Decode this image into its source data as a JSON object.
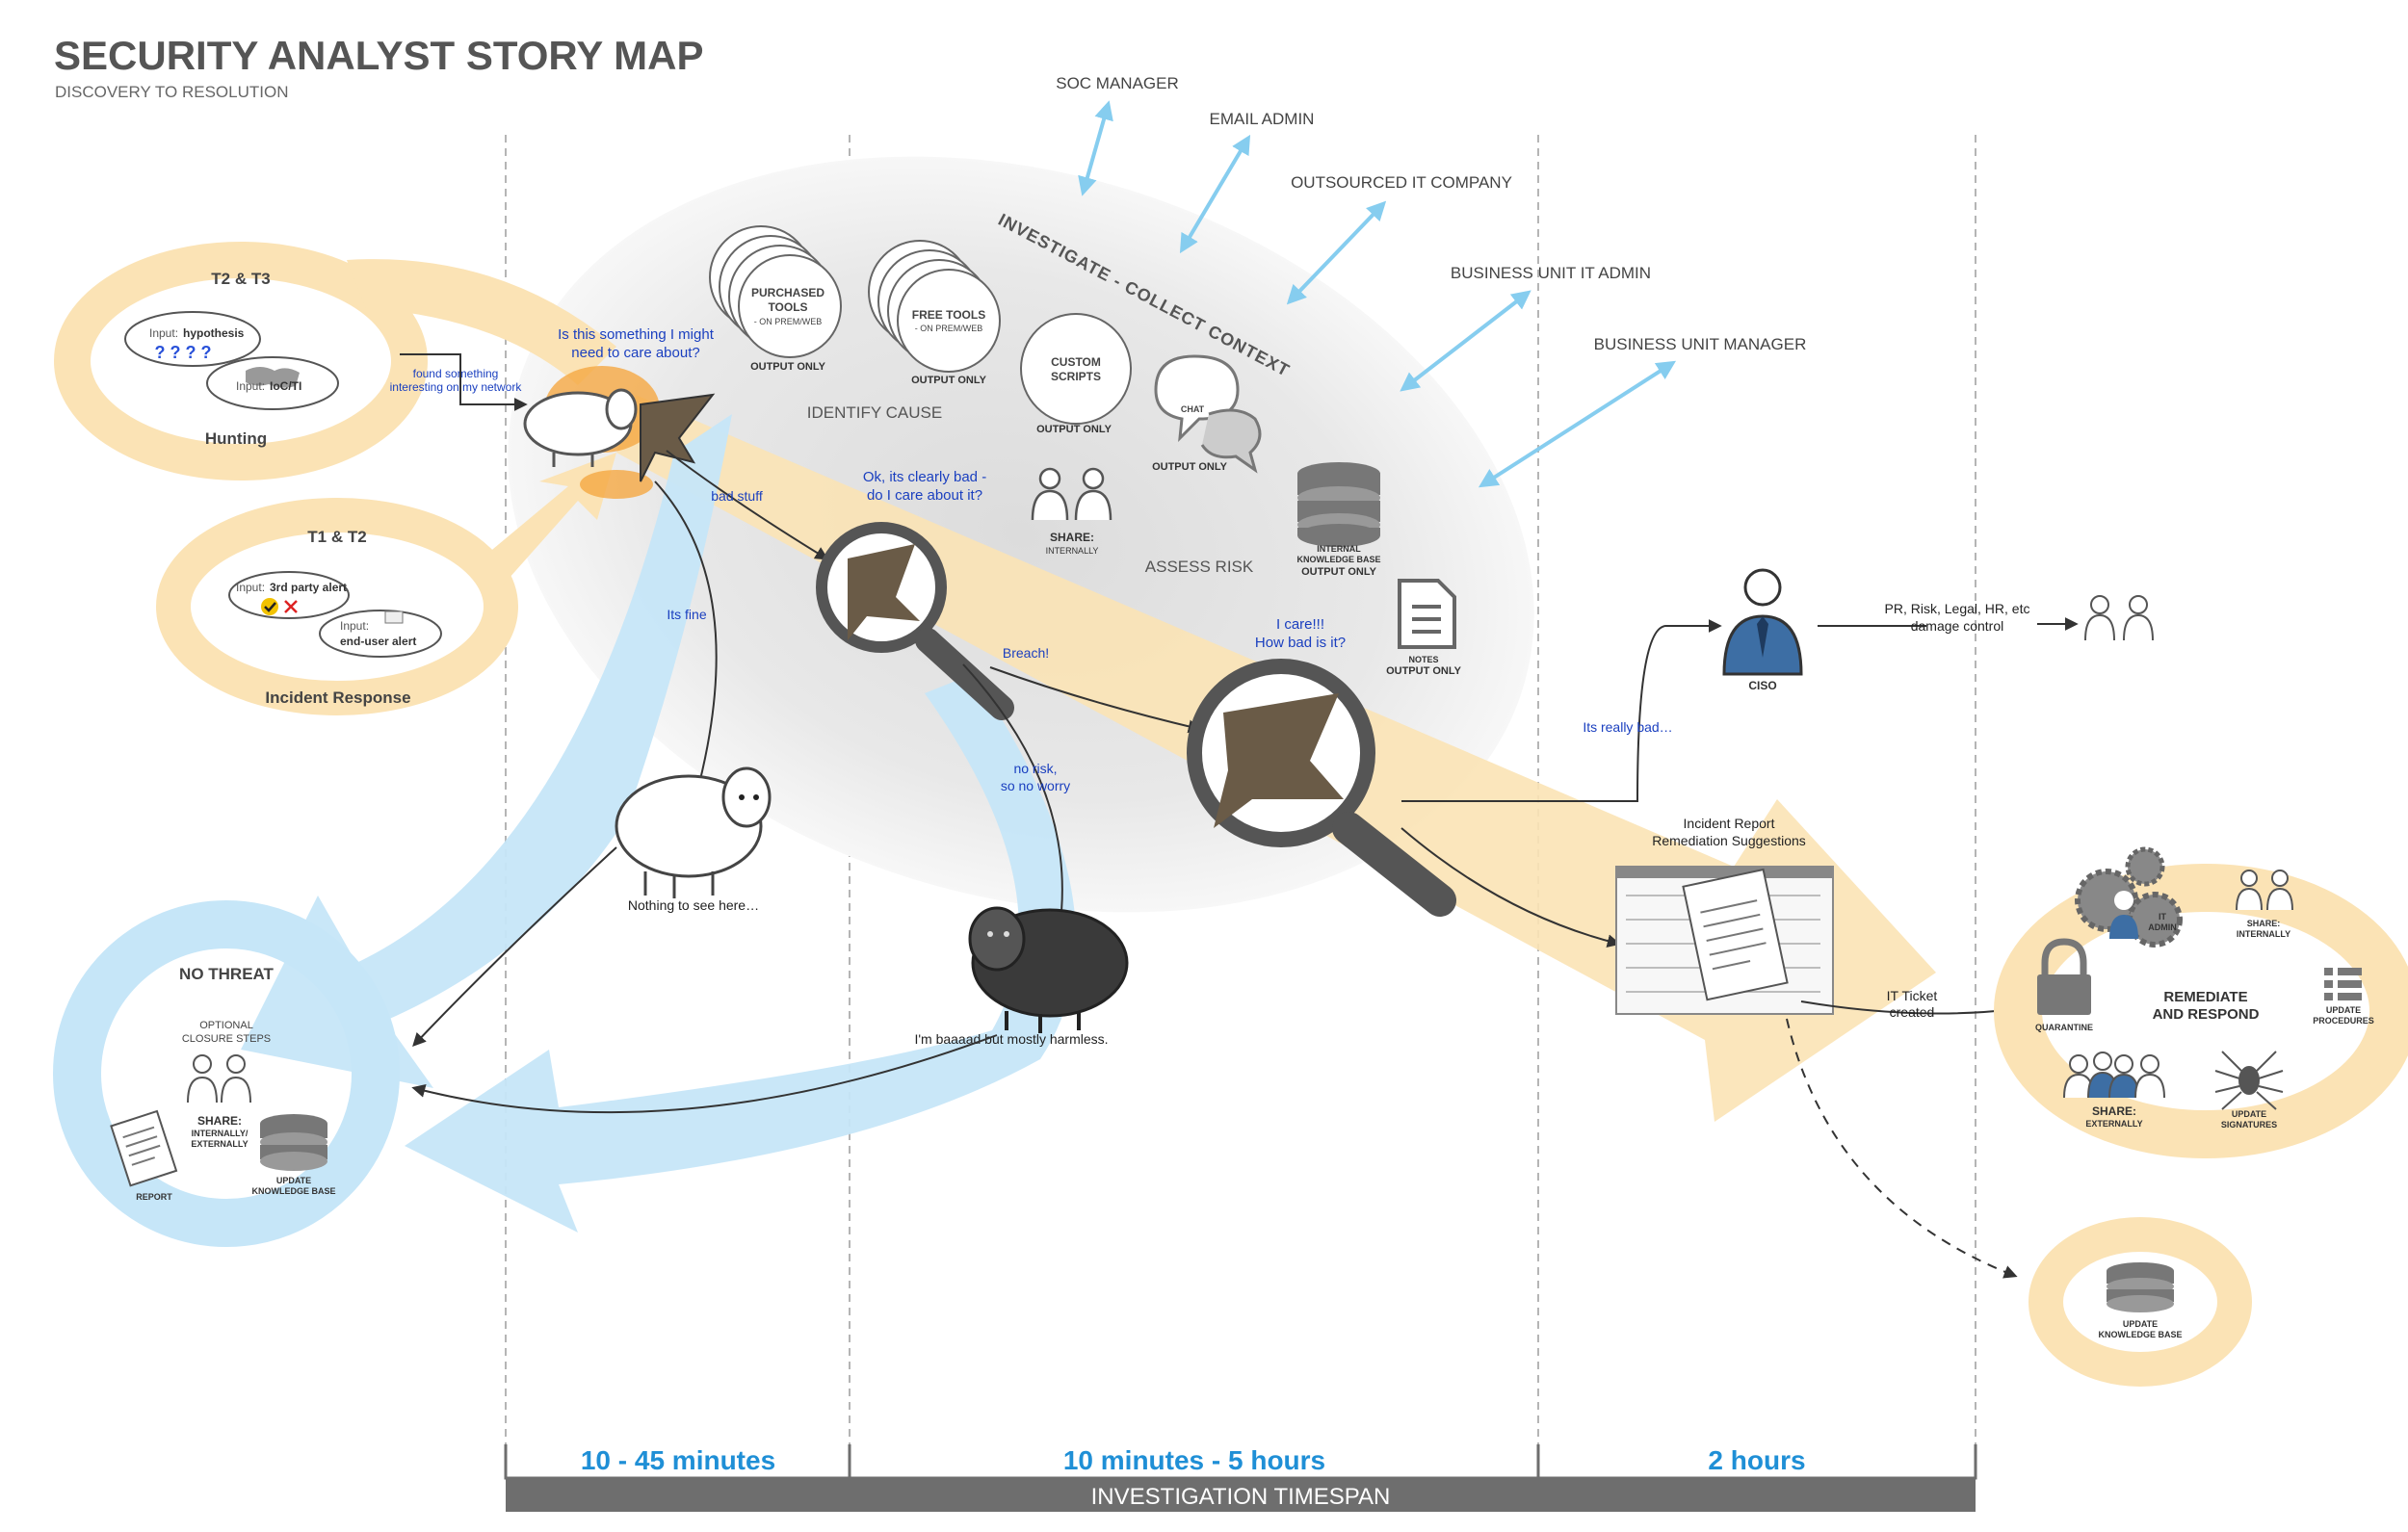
{
  "header": {
    "title": "SECURITY ANALYST STORY MAP",
    "subtitle": "DISCOVERY TO RESOLUTION"
  },
  "stakeholders": {
    "soc_manager": "SOC MANAGER",
    "email_admin": "EMAIL ADMIN",
    "outsourced_it": "OUTSOURCED IT COMPANY",
    "bu_it_admin": "BUSINESS UNIT IT ADMIN",
    "bu_manager": "BUSINESS UNIT MANAGER"
  },
  "hunting": {
    "title": "T2 & T3",
    "input1_prefix": "Input:",
    "input1": "hypothesis",
    "question_marks": "? ? ? ?",
    "input2_prefix": "Input:",
    "input2": "IoC/TI",
    "label": "Hunting",
    "found_line1": "found something",
    "found_line2": "interesting on my network"
  },
  "incident_response": {
    "title": "T1 & T2",
    "input1_prefix": "Input:",
    "input1": "3rd party alert",
    "input2_prefix": "Input:",
    "input2": "end-user alert",
    "label": "Incident Response"
  },
  "flow": {
    "q1_line1": "Is this something I might",
    "q1_line2": "need to care about?",
    "bad_stuff": "bad stuff",
    "its_fine": "Its fine",
    "nothing_to_see": "Nothing to see here…",
    "q2_line1": "Ok, its clearly bad -",
    "q2_line2": "do I care about it?",
    "breach": "Breach!",
    "no_risk_line1": "no risk,",
    "no_risk_line2": "so no worry",
    "baaad": "I'm baaaad but mostly harmless.",
    "q3_line1": "I care!!!",
    "q3_line2": "How bad is it?",
    "really_bad": "Its really bad…",
    "incident_report_line1": "Incident Report",
    "incident_report_line2": "Remediation Suggestions",
    "it_ticket_line1": "IT Ticket",
    "it_ticket_line2": "created"
  },
  "investigate": {
    "banner": "INVESTIGATE - COLLECT CONTEXT",
    "purchased_tools_line1": "PURCHASED",
    "purchased_tools_line2": "TOOLS",
    "purchased_tools_sub": "- ON PREM/WEB",
    "free_tools": "FREE TOOLS",
    "free_tools_sub": "- ON PREM/WEB",
    "custom_scripts_line1": "CUSTOM",
    "custom_scripts_line2": "SCRIPTS",
    "output_only": "OUTPUT ONLY",
    "chat": "CHAT",
    "identify_cause": "IDENTIFY CAUSE",
    "assess_risk": "ASSESS RISK",
    "share": "SHARE:",
    "internally": "INTERNALLY",
    "kb_line1": "INTERNAL",
    "kb_line2": "KNOWLEDGE BASE",
    "notes": "NOTES"
  },
  "ciso": {
    "label": "CISO",
    "damage_line1": "PR, Risk, Legal, HR, etc",
    "damage_line2": "damage control"
  },
  "no_threat": {
    "title": "NO THREAT",
    "optional_line1": "OPTIONAL",
    "optional_line2": "CLOSURE STEPS",
    "share": "SHARE:",
    "share_line2": "INTERNALLY/",
    "share_line3": "EXTERNALLY",
    "report": "REPORT",
    "update_line1": "UPDATE",
    "update_line2": "KNOWLEDGE BASE"
  },
  "remediate": {
    "center_line1": "REMEDIATE",
    "center_line2": "AND RESPOND",
    "it_line1": "IT",
    "it_line2": "ADMIN",
    "share_int_line1": "SHARE:",
    "share_int_line2": "INTERNALLY",
    "quarantine": "QUARANTINE",
    "update_proc_line1": "UPDATE",
    "update_proc_line2": "PROCEDURES",
    "share_ext_line1": "SHARE:",
    "share_ext_line2": "EXTERNALLY",
    "update_sig_line1": "UPDATE",
    "update_sig_line2": "SIGNATURES"
  },
  "kb_update": {
    "line1": "UPDATE",
    "line2": "KNOWLEDGE BASE"
  },
  "timeline": {
    "seg1": "10 - 45 minutes",
    "seg2": "10 minutes - 5 hours",
    "seg3": "2 hours",
    "bar_label": "INVESTIGATION TIMESPAN"
  },
  "colors": {
    "orange_soft": "#fbe3b5",
    "orange_accent": "#f5a742",
    "blue_soft": "#c6e6f8",
    "blue_arrow": "#86cdef",
    "gray_cloud": "#e6e6e6",
    "timeline_bar": "#6e6e6e",
    "timeline_text": "#1f8fd6",
    "question_text": "#1a3fbf"
  },
  "icons": [
    "sheep-icon",
    "wolf-icon",
    "magnifier-icon",
    "black-sheep-icon",
    "person-icon",
    "chat-icon",
    "database-icon",
    "document-icon",
    "gear-icon",
    "lock-icon",
    "spider-icon",
    "list-icon",
    "report-icon"
  ]
}
